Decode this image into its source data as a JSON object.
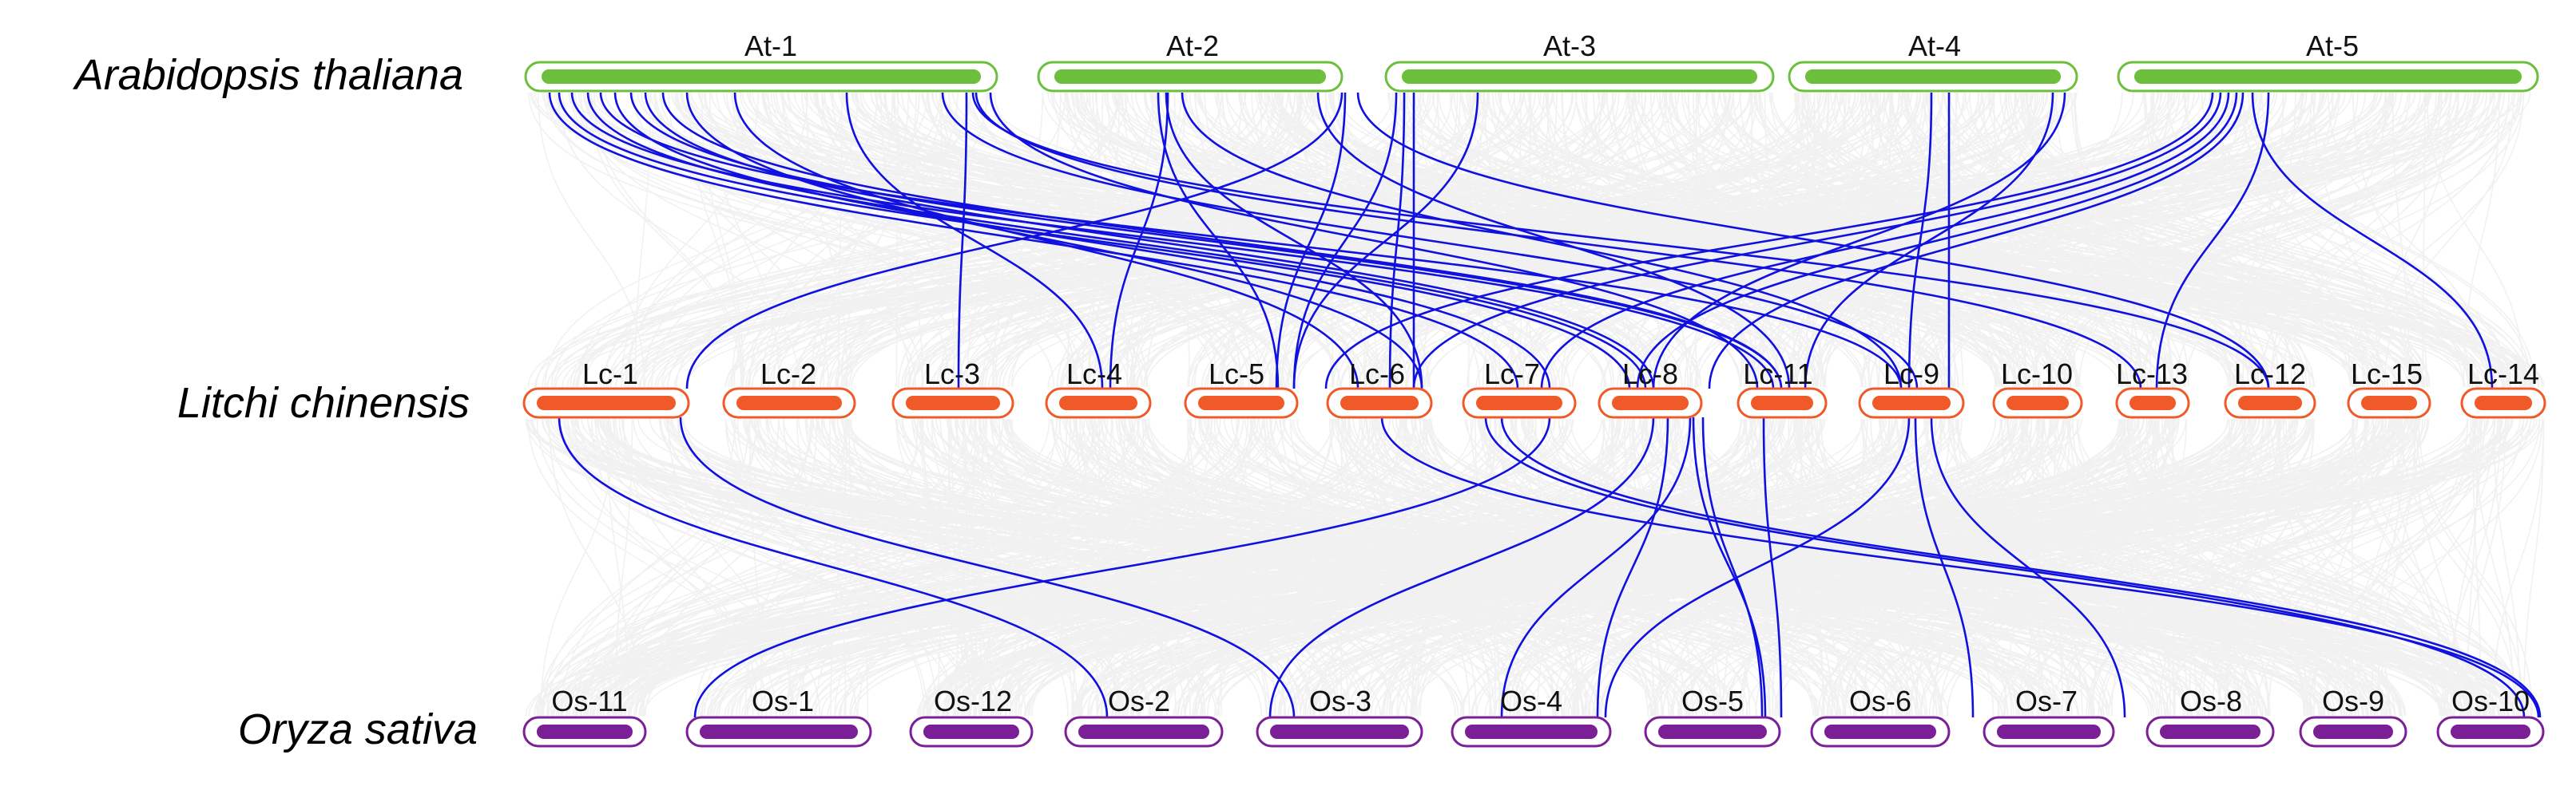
{
  "colors": {
    "arabidopsis": "#6cbf3a",
    "litchi": "#f05a28",
    "oryza": "#7b1f96",
    "background_synteny": "#e6e6e6",
    "highlight_link": "#1010e0"
  },
  "species": {
    "top": "Arabidopsis thaliana",
    "middle": "Litchi chinensis",
    "bottom": "Oryza sativa"
  },
  "tracks": {
    "top": [
      "At-1",
      "At-2",
      "At-3",
      "At-4",
      "At-5"
    ],
    "middle": [
      "Lc-1",
      "Lc-2",
      "Lc-3",
      "Lc-4",
      "Lc-5",
      "Lc-6",
      "Lc-7",
      "Lc-8",
      "Lc-11",
      "Lc-9",
      "Lc-10",
      "Lc-13",
      "Lc-12",
      "Lc-15",
      "Lc-14"
    ],
    "bottom": [
      "Os-11",
      "Os-1",
      "Os-12",
      "Os-2",
      "Os-3",
      "Os-4",
      "Os-5",
      "Os-6",
      "Os-7",
      "Os-8",
      "Os-9",
      "Os-10"
    ]
  }
}
